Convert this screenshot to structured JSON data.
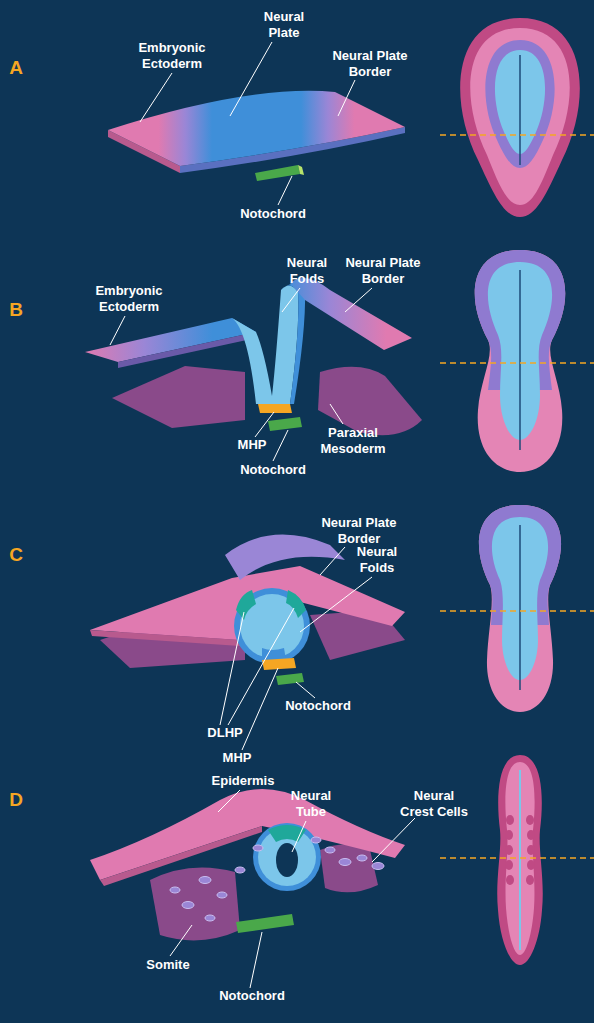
{
  "diagram": {
    "labels": [
      "A",
      "Neural Plate",
      "Embryonic Ectoderm",
      "Neural Plate Border",
      "Notochord",
      "B",
      "Neural Folds",
      "Neural Plate Border",
      "Embryonic Ectoderm",
      "MHP",
      "Paraxial Mesoderm",
      "Notochord",
      "C",
      "Neural Plate Border",
      "Neural Folds",
      "DLHP",
      "MHP",
      "Notochord",
      "D",
      "Epidermis",
      "Neural Tube",
      "Neural Crest Cells",
      "Somite",
      "Notochord"
    ]
  }
}
